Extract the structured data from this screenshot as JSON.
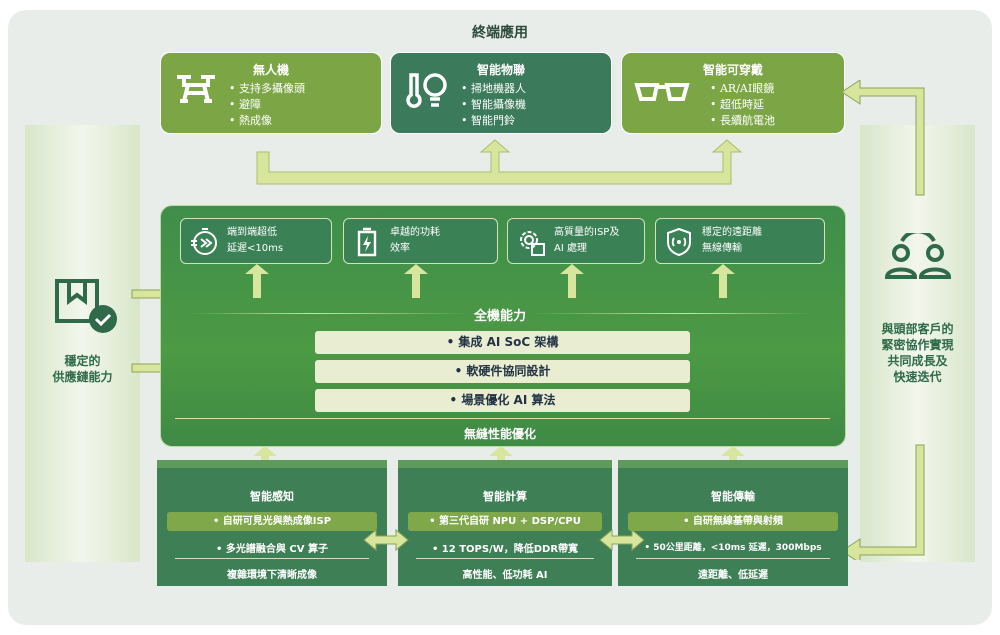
{
  "title": "終端應用",
  "apps": [
    {
      "title": "無人機",
      "items": [
        "• 支持多攝像頭",
        "• 避障",
        "• 熱成像"
      ],
      "icon": "drone-icon"
    },
    {
      "title": "智能物聯",
      "items": [
        "• 掃地機器人",
        "• 智能攝像機",
        "• 智能門鈴"
      ],
      "icon": "thermometer-bulb-icon"
    },
    {
      "title": "智能可穿戴",
      "items": [
        "• AR/AI眼鏡",
        "• 超低時延",
        "• 長續航電池"
      ],
      "icon": "glasses-icon"
    }
  ],
  "left": {
    "label_lines": [
      "穩定的",
      "供應鏈能力"
    ]
  },
  "right": {
    "label_lines": [
      "與頭部客戶的",
      "緊密協作實現",
      "共同成長及",
      "快速迭代"
    ]
  },
  "core": {
    "features": [
      {
        "lines": [
          "端到端超低",
          "延遲<10ms"
        ]
      },
      {
        "lines": [
          "卓越的功耗",
          "效率"
        ]
      },
      {
        "lines": [
          "高質量的ISP及",
          "AI 處理"
        ]
      },
      {
        "lines": [
          "穩定的遠距離",
          "無線傳輸"
        ]
      }
    ],
    "title": "全機能力",
    "bars": [
      "• 集成 AI SoC 架構",
      "• 軟硬件協同設計",
      "• 場景優化 AI 算法"
    ],
    "footer": "無縫性能優化"
  },
  "pillars": [
    {
      "title": "智能感知",
      "highlight": "• 自研可見光與熱成像ISP",
      "line2": "• 多光譜融合與 CV 算子",
      "line3": "複雜環境下清晰成像"
    },
    {
      "title": "智能計算",
      "highlight": "• 第三代自研 NPU + DSP/CPU",
      "line2": "• 12 TOPS/W，降低DDR帶寬",
      "line3": "高性能、低功耗 AI"
    },
    {
      "title": "智能傳輸",
      "highlight": "• 自研無線基帶與射頻",
      "line2": "• 50公里距離，<10ms 延遲，300Mbps",
      "line3": "遠距離、低延遲"
    }
  ]
}
